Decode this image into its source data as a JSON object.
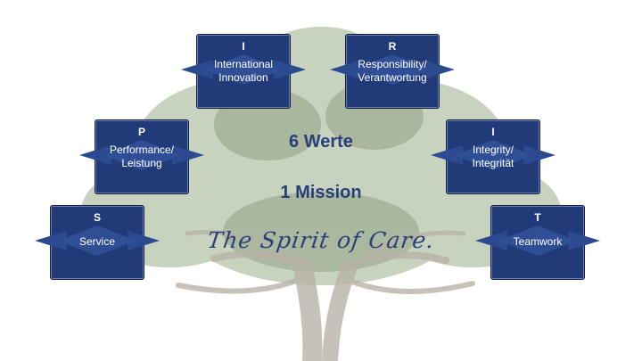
{
  "values": [
    {
      "letter": "I",
      "label": "International\nInnovation"
    },
    {
      "letter": "R",
      "label": "Responsibility/\nVerantwortung"
    },
    {
      "letter": "P",
      "label": "Performance/\nLeistung"
    },
    {
      "letter": "I",
      "label": "Integrity/\nIntegrität"
    },
    {
      "letter": "S",
      "label": "Service"
    },
    {
      "letter": "T",
      "label": "Teamwork"
    }
  ],
  "center": {
    "line1": "6 Werte",
    "line2": "1 Mission",
    "slogan": "The Spirit of Care."
  },
  "colors": {
    "card": "#213a78",
    "text": "#2a3f7a",
    "tree_foliage": "#6f8a58",
    "tree_trunk": "#b9b3a8"
  }
}
